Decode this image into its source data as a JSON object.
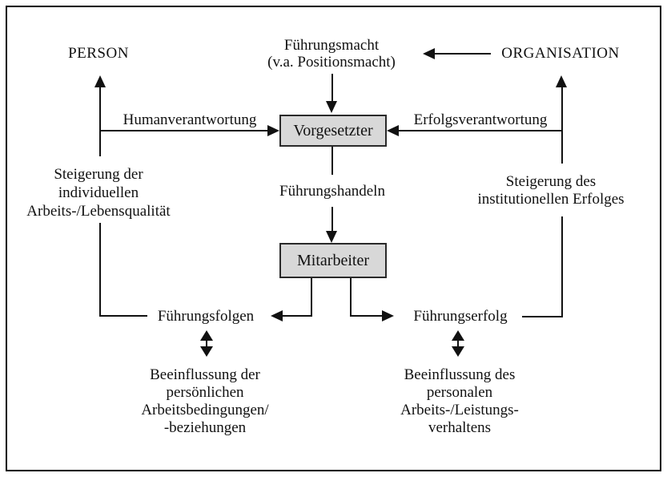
{
  "diagram": {
    "person": "PERSON",
    "organisation": "ORGANISATION",
    "fuehrungsmacht": [
      "Führungsmacht",
      "(v.a. Positionsmacht)"
    ],
    "humanverantwortung": "Humanverantwortung",
    "erfolgsverantwortung": "Erfolgsverantwortung",
    "vorgesetzter": "Vorgesetzter",
    "fuehrungshandeln": "Führungshandeln",
    "mitarbeiter": "Mitarbeiter",
    "steigerung_links": [
      "Steigerung der",
      "individuellen",
      "Arbeits-/Lebensqualität"
    ],
    "steigerung_rechts": [
      "Steigerung des",
      "institutionellen Erfolges"
    ],
    "fuehrungsfolgen": "Führungsfolgen",
    "fuehrungserfolg": "Führungserfolg",
    "beeinflussung_links": [
      "Beeinflussung der",
      "persönlichen",
      "Arbeitsbedingungen/",
      "-beziehungen"
    ],
    "beeinflussung_rechts": [
      "Beeinflussung des",
      "personalen",
      "Arbeits-/Leistungs-",
      "verhaltens"
    ]
  },
  "colors": {
    "box_fill": "#d8d8d8",
    "box_border": "#2a2a2a",
    "line": "#111111",
    "text": "#111111",
    "background": "#ffffff",
    "frame_border": "#000000"
  }
}
